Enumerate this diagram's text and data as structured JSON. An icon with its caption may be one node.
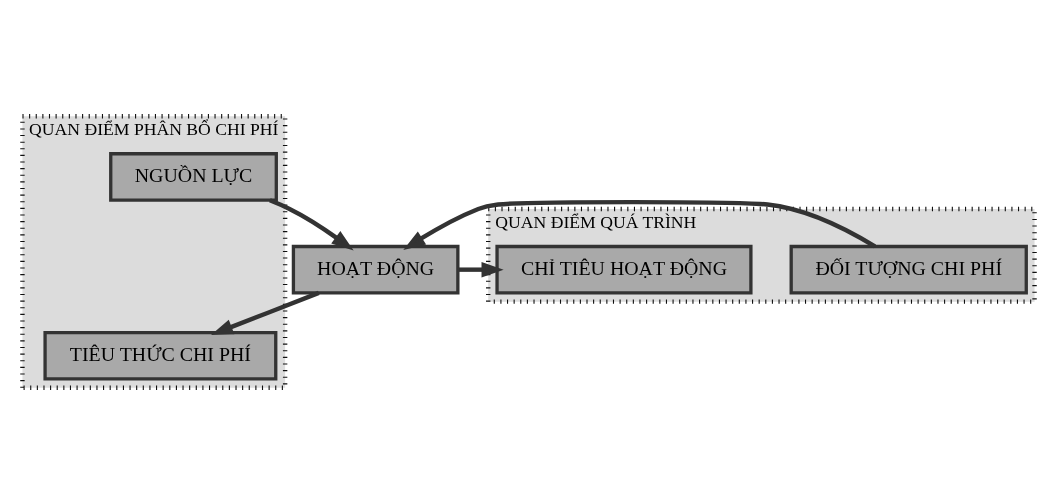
{
  "diagram": {
    "nodes": [
      {
        "text": [
          "QUAN ĐIỂM PHÂN BỔ CHI PHÍ"
        ]
      },
      {
        "text": [
          "NGUỒN LỰC"
        ],
        "in": 0
      },
      {
        "text": [
          "QUAN ĐIỂM QUÁ TRÌNH"
        ]
      },
      {
        "text": [
          "ĐỐI TƯỢNG CHI PHÍ"
        ],
        "in": 2
      },
      {
        "text": [
          "HOẠT ĐỘNG"
        ]
      },
      {
        "text": [
          "CHỈ TIÊU HOẠT ĐỘNG"
        ],
        "in": 2
      },
      {
        "text": [
          "TIÊU THỨC CHI PHÍ"
        ],
        "in": 0
      }
    ],
    "edges": [
      {
        "from": 1,
        "to": 4,
        "arrow": "to"
      },
      {
        "from": 3,
        "to": 4,
        "arrow": "to"
      },
      {
        "from": 4,
        "to": 5,
        "arrow": "to"
      },
      {
        "from": 4,
        "to": 6,
        "arrow": "to"
      }
    ]
  }
}
